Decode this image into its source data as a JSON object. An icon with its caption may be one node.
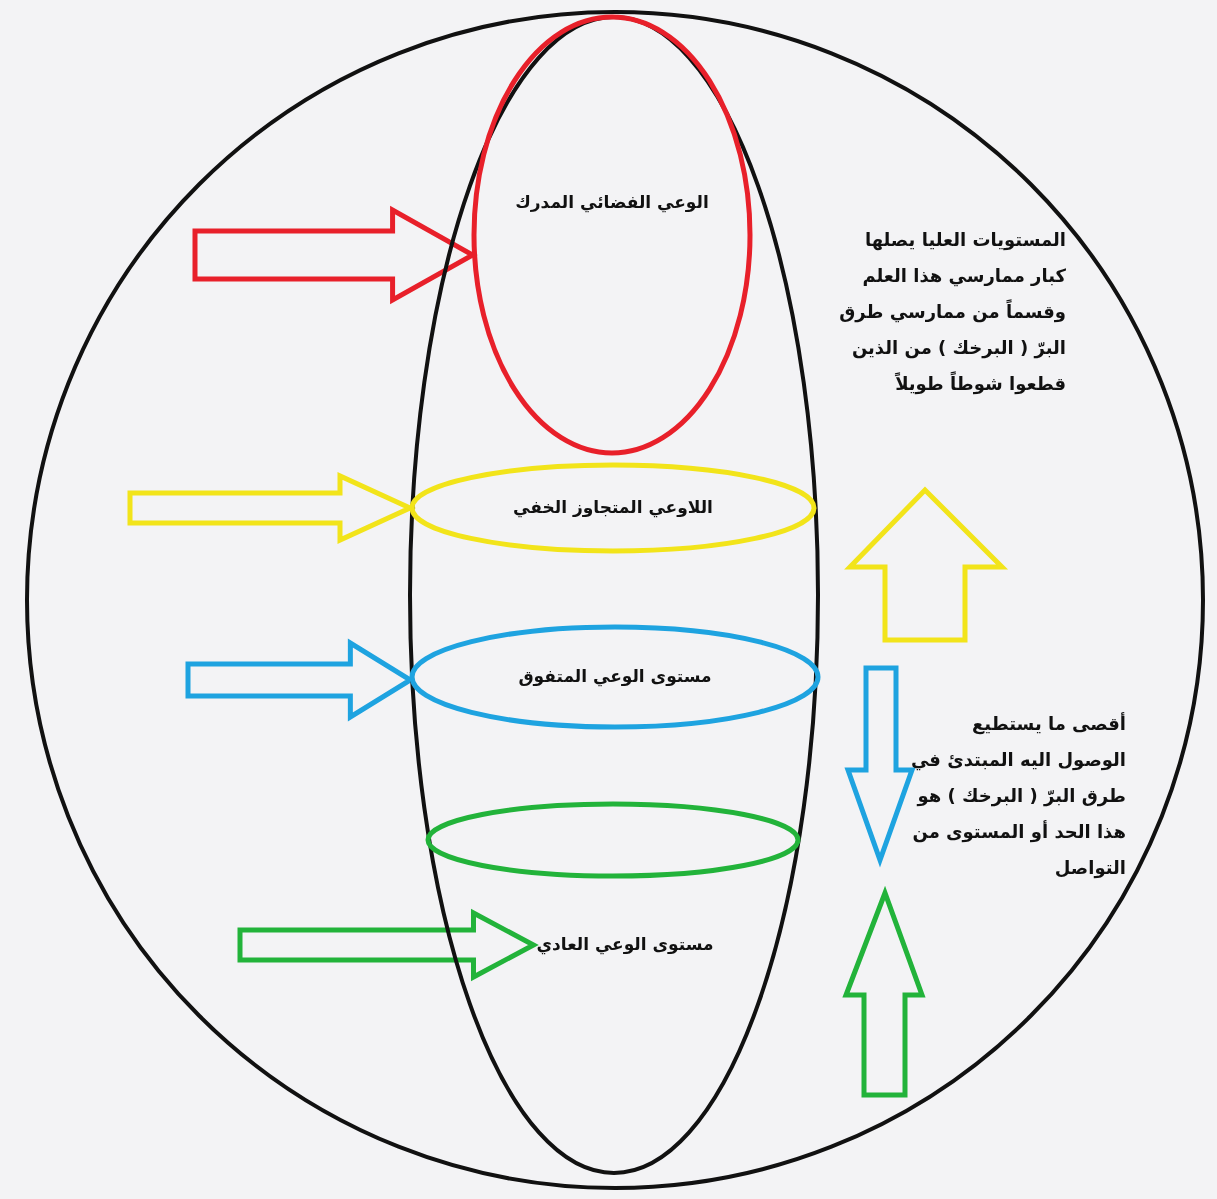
{
  "diagram": {
    "nodes": [
      {
        "text": [],
        "shape": "circle"
      },
      {
        "text": [],
        "shape": "ellipse",
        "in": 0
      },
      {
        "text": [
          "الوعي الفضائي المدرك"
        ],
        "in": 1
      },
      {
        "text": [
          "اللاوعي المتجاوز الخفي"
        ],
        "in": 1
      },
      {
        "text": [
          "مستوى الوعي المتفوق"
        ],
        "in": 1
      },
      {
        "text": [],
        "shape": "ellipse",
        "in": 1
      },
      {
        "text": [
          "مستوى الوعي العادي"
        ],
        "in": 1
      }
    ],
    "edges": [
      {
        "from": null,
        "to": 2,
        "arrow": "to",
        "color": "#e8202a"
      },
      {
        "from": null,
        "to": 3,
        "arrow": "to",
        "color": "#f2e41a"
      },
      {
        "from": null,
        "to": 4,
        "arrow": "to",
        "color": "#1ea3e0"
      },
      {
        "from": null,
        "to": 6,
        "arrow": "to",
        "color": "#22b33a"
      }
    ],
    "labels": [
      "المستويات العليا يصلها كبار ممارسي هذا العلم وقسماً من ممارسي طرق البرّ ( البرخك ) من الذين قطعوا شوطاً طويلاً",
      "أقصى ما يستطيع الوصول اليه المبتدئ في طرق البرّ ( البرخك ) هو هذا الحد أو المستوى من التواصل"
    ]
  }
}
